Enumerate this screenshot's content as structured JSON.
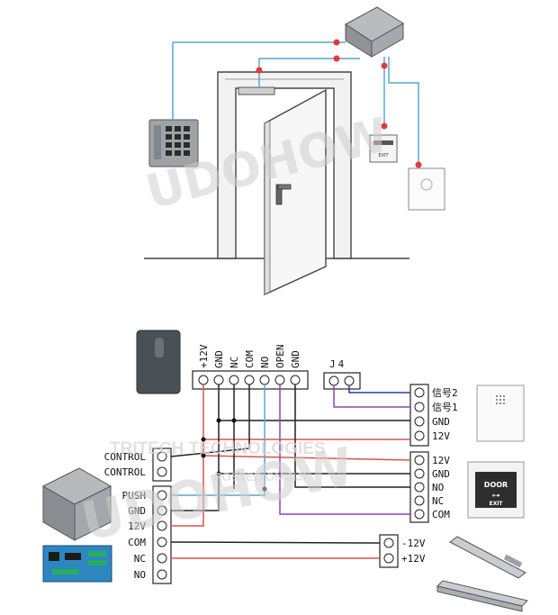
{
  "watermarks": {
    "brand": "UDOHOW",
    "seller": "TRITECH TECHNOLOGIES",
    "posted": "POSTED ON JIJI"
  },
  "device_labels": {
    "exit_button_top": "EXIT",
    "door_exit": "DOOR",
    "exit_label": "EXIT"
  },
  "controller_terminals": [
    "+12V",
    "GND",
    "NC",
    "COM",
    "NO",
    "OPEN",
    "GND"
  ],
  "j4_label": "J4",
  "doorbell_terminals": [
    "信号2",
    "信号1",
    "GND",
    "12V"
  ],
  "button_terminals": [
    "12V",
    "GND",
    "NO",
    "NC",
    "COM"
  ],
  "power_control_terminals": [
    "CONTROL",
    "CONTROL"
  ],
  "power_supply_terminals": [
    "PUSH",
    "GND",
    "12V",
    "COM",
    "NC",
    "NO"
  ],
  "lock_terminals": [
    "-12V",
    "+12V"
  ],
  "colors": {
    "wire_blue": "#5aa6d6",
    "wire_red": "#d9534f",
    "wire_purple": "#8e44ad",
    "wire_black": "#222222",
    "dot_red": "#e53935"
  }
}
